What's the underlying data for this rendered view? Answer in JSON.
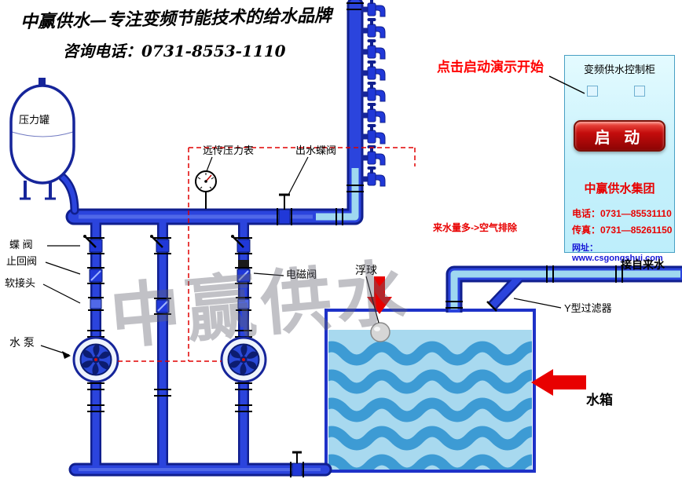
{
  "header": {
    "brand_slogan": "中赢供水—专注变频节能技术的给水品牌",
    "consult_phone": "咨询电话：0731-8553-1110"
  },
  "demo": {
    "hint": "点击启动演示开始"
  },
  "cabinet": {
    "title": "变频供水控制柜",
    "start_button": "启 动",
    "company": "中赢供水集团",
    "phone": "电话：0731—85531110",
    "fax": "传真：0731—85261150",
    "website": "网址：www.csgongshui.com"
  },
  "labels": {
    "pressure_tank": "压力罐",
    "butterfly_valve": "蝶 阀",
    "check_valve": "止回阀",
    "soft_joint": "软接头",
    "water_pump": "水 泵",
    "remote_pressure_gauge": "远传压力表",
    "outlet_butterfly_valve": "出水蝶阀",
    "solenoid_valve": "电磁阀",
    "float_ball": "浮球",
    "air_exhaust": "来水量多->空气排除",
    "tap_water_inlet": "接自来水",
    "y_filter": "Y型过滤器",
    "water_tank": "水箱"
  },
  "watermark": "中赢供水",
  "colors": {
    "pipe_blue": "#2038D8",
    "pipe_dark": "#101F8E",
    "water_light": "#9FD8F0",
    "wave_blue": "#3D9BD4",
    "accent_red": "#E80000",
    "cabinet_bg": "#C6F0FB"
  }
}
